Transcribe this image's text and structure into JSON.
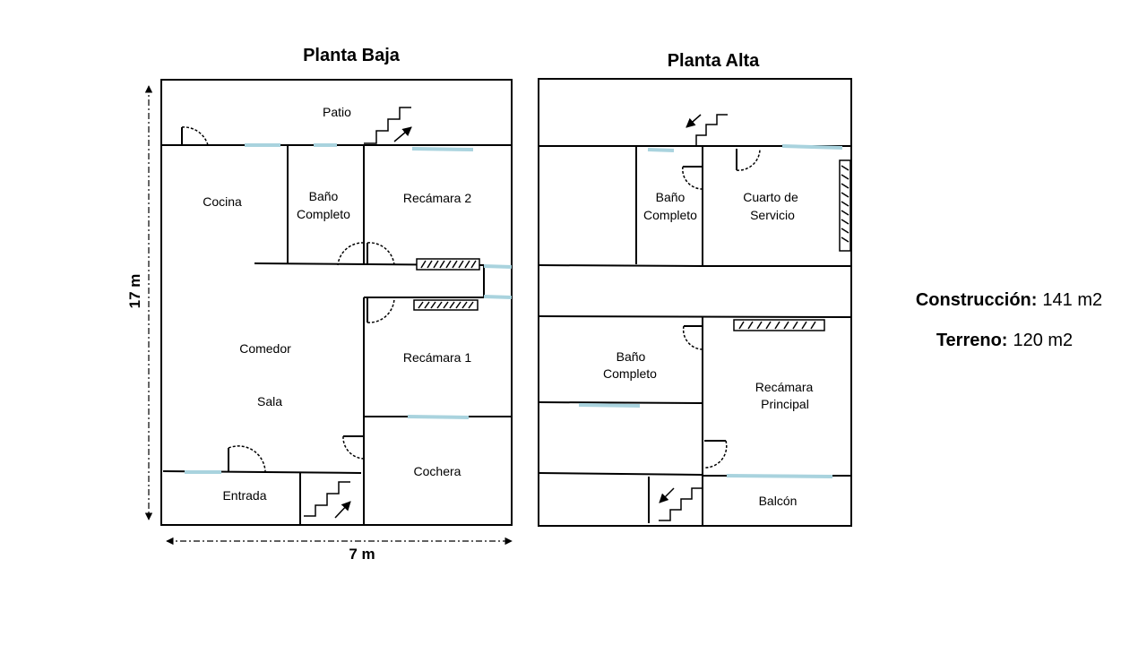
{
  "ground_floor": {
    "title": "Planta Baja",
    "rooms": {
      "patio": "Patio",
      "cocina": "Cocina",
      "bano_1": "Baño",
      "bano_2": "Completo",
      "recamara2": "Recámara 2",
      "comedor": "Comedor",
      "sala": "Sala",
      "recamara1": "Recámara 1",
      "cochera": "Cochera",
      "entrada": "Entrada"
    }
  },
  "upper_floor": {
    "title": "Planta Alta",
    "rooms": {
      "bano_a1": "Baño",
      "bano_a2": "Completo",
      "cuarto_1": "Cuarto de",
      "cuarto_2": "Servicio",
      "bano_b1": "Baño",
      "bano_b2": "Completo",
      "rec_principal_1": "Recámara",
      "rec_principal_2": "Principal",
      "balcon": "Balcón"
    }
  },
  "dimensions": {
    "height": "17 m",
    "width": "7 m"
  },
  "stats": {
    "construccion_label": "Construcción:",
    "construccion_value": "141 m2",
    "terreno_label": "Terreno:",
    "terreno_value": "120 m2"
  },
  "colors": {
    "window": "#a9d3de",
    "wall": "#000000"
  }
}
